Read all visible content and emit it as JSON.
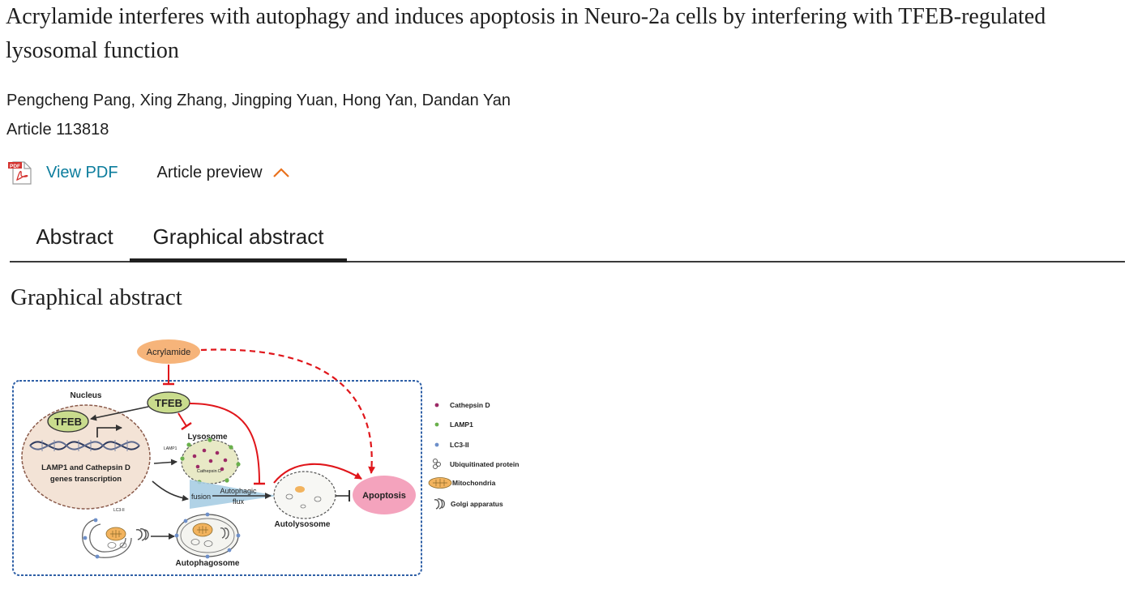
{
  "article": {
    "title": "Acrylamide interferes with autophagy and induces apoptosis in Neuro-2a cells by interfering with TFEB-regulated lysosomal function",
    "authors": "Pengcheng Pang, Xing Zhang, Jingping Yuan, Hong Yan, Dandan Yan",
    "article_number": "Article 113818"
  },
  "actions": {
    "pdf_badge": "PDF",
    "view_pdf": "View PDF",
    "article_preview": "Article preview"
  },
  "tabs": [
    {
      "label": "Abstract",
      "active": false
    },
    {
      "label": "Graphical abstract",
      "active": true
    }
  ],
  "section": {
    "heading": "Graphical abstract"
  },
  "figure": {
    "labels": {
      "acrylamide": "Acrylamide",
      "nucleus": "Nucleus",
      "tfeb_top": "TFEB",
      "tfeb_nucleus": "TFEB",
      "transcription_line1": "LAMP1 and Cathepsin D",
      "transcription_line2": "genes transcription",
      "lysosome": "Lysosome",
      "lamp1_small": "LAMP1",
      "cathepsin_small": "Cathepsin D",
      "fusion": "fusion",
      "autophagic": "Autophagic",
      "flux": "flux",
      "autolysosome": "Autolysosome",
      "apoptosis": "Apoptosis",
      "lc3_small": "LC3-II",
      "autophagosome": "Autophagosome"
    },
    "legend": [
      {
        "label": "Cathepsin D",
        "icon": "dot",
        "color": "#9c2a66"
      },
      {
        "label": "LAMP1",
        "icon": "dot",
        "color": "#6ab04c"
      },
      {
        "label": "LC3-II",
        "icon": "dot",
        "color": "#6d8fc9"
      },
      {
        "label": "Ubiquitinated protein",
        "icon": "ubiquitin-icon"
      },
      {
        "label": "Mitochondria",
        "icon": "mitochondria-icon"
      },
      {
        "label": "Golgi apparatus",
        "icon": "golgi-icon"
      }
    ],
    "colors": {
      "inhibition_arrow": "#e0161b",
      "acrylamide_fill": "#f6b47a",
      "tfeb_fill": "#c9dc8d",
      "apoptosis_fill": "#f4a3bd",
      "cell_border": "#2e5fa6"
    }
  },
  "colors": {
    "link": "#0c7d9d",
    "chevron": "#e9711c",
    "text": "#1f1f1f"
  }
}
